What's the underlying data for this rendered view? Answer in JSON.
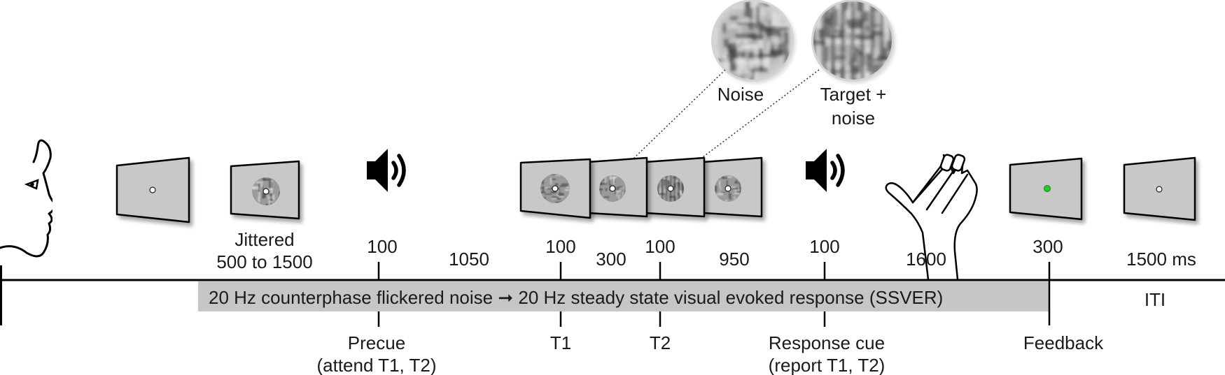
{
  "colors": {
    "screen_fill": "#c8c8c8",
    "band_fill": "#c6c6c6",
    "feedback_dot": "#22cc22",
    "line": "#000000"
  },
  "icons": {
    "observer": "face-profile-icon",
    "sound": "speaker-icon",
    "response": "hand-icon"
  },
  "insets": {
    "noise_label": "Noise",
    "target_label_line1": "Target +",
    "target_label_line2": "noise"
  },
  "durations": {
    "jitter_line1": "Jittered",
    "jitter_line2": "500 to 1500",
    "precue": "100",
    "precue_to_t1": "1050",
    "t1": "100",
    "t1_to_t2": "300",
    "t2": "100",
    "t2_to_cue": "950",
    "response_cue": "100",
    "response_window": "1600",
    "feedback": "300",
    "iti": "1500 ms"
  },
  "band": {
    "text": "20 Hz counterphase flickered noise ➞ 20 Hz steady state visual evoked response (SSVER)",
    "iti_label": "ITI"
  },
  "events": {
    "precue_line1": "Precue",
    "precue_line2": "(attend T1, T2)",
    "t1": "T1",
    "t2": "T2",
    "response_cue_line1": "Response cue",
    "response_cue_line2": "(report T1, T2)",
    "feedback": "Feedback"
  }
}
